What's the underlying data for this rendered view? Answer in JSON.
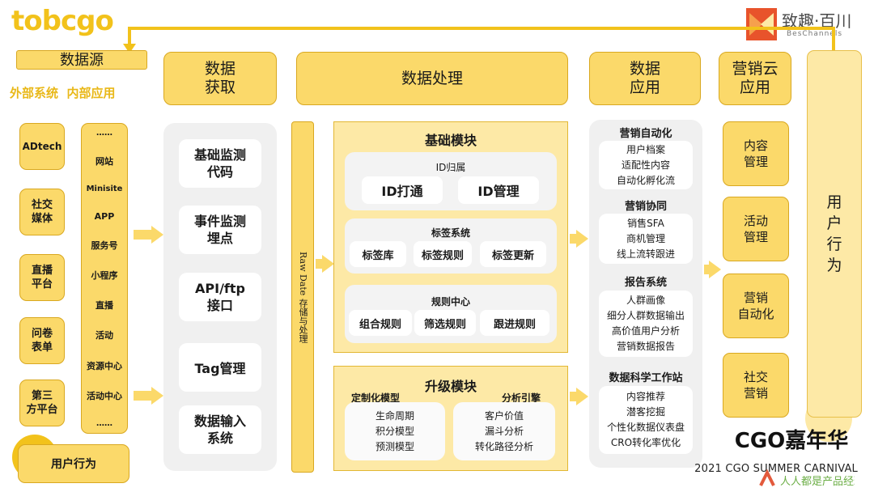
{
  "logos": {
    "left": "tobcgo",
    "right_cn": "致趣·百川",
    "right_en": "BesChannels"
  },
  "headers": {
    "source": "数据源",
    "acquire": "数据\n获取",
    "process": "数据处理",
    "apply": "数据\n应用",
    "cloud": "营销云\n应用"
  },
  "source_subtitle": "外部系统  内部应用",
  "external": [
    "ADtech",
    "社交\n媒体",
    "直播\n平台",
    "问卷\n表单",
    "第三\n方平台"
  ],
  "internal": [
    "……",
    "网站",
    "Minisite",
    "APP",
    "服务号",
    "小程序",
    "直播",
    "活动",
    "资源中心",
    "活动中心",
    "……"
  ],
  "user_behavior_bottom": "用户行为",
  "acquire_items": [
    "基础监测\n代码",
    "事件监测\n埋点",
    "API/ftp\n接口",
    "Tag管理",
    "数据输入\n系统"
  ],
  "raw_storage": "Raw Date 存储与处理",
  "basic_module": {
    "title": "基础模块",
    "id_section": {
      "title": "ID归属",
      "items": [
        "ID打通",
        "ID管理"
      ]
    },
    "tag_section": {
      "title": "标签系统",
      "items": [
        "标签库",
        "标签规则",
        "标签更新"
      ]
    },
    "rule_section": {
      "title": "规则中心",
      "items": [
        "组合规则",
        "筛选规则",
        "跟进规则"
      ]
    }
  },
  "upgrade_module": {
    "title": "升级模块",
    "left": {
      "title": "定制化模型",
      "items": [
        "生命周期",
        "积分模型",
        "预测模型"
      ]
    },
    "right": {
      "title": "分析引擎",
      "items": [
        "客户价值",
        "漏斗分析",
        "转化路径分析"
      ]
    }
  },
  "apply_groups": [
    {
      "title": "营销自动化",
      "items": [
        "用户档案",
        "适配性内容",
        "自动化孵化流"
      ]
    },
    {
      "title": "营销协同",
      "items": [
        "销售SFA",
        "商机管理",
        "线上流转跟进"
      ]
    },
    {
      "title": "报告系统",
      "items": [
        "人群画像",
        "细分人群数据输出",
        "高价值用户分析",
        "营销数据报告"
      ]
    },
    {
      "title": "数据科学工作站",
      "items": [
        "内容推荐",
        "潜客挖掘",
        "个性化数据仪表盘",
        "CRO转化率优化"
      ]
    }
  ],
  "cloud_items": [
    "内容\n管理",
    "活动\n管理",
    "营销\n自动化",
    "社交\n营销"
  ],
  "user_behavior_right": "用\n户\n行\n为",
  "event": {
    "title": "CGO嘉年华",
    "subtitle": "2021 CGO SUMMER CARNIVAL"
  },
  "watermark": "人人都是产品经理",
  "colors": {
    "accent": "#fbd96a",
    "accent_border": "#d9a820",
    "panel": "#fde9a6"
  }
}
